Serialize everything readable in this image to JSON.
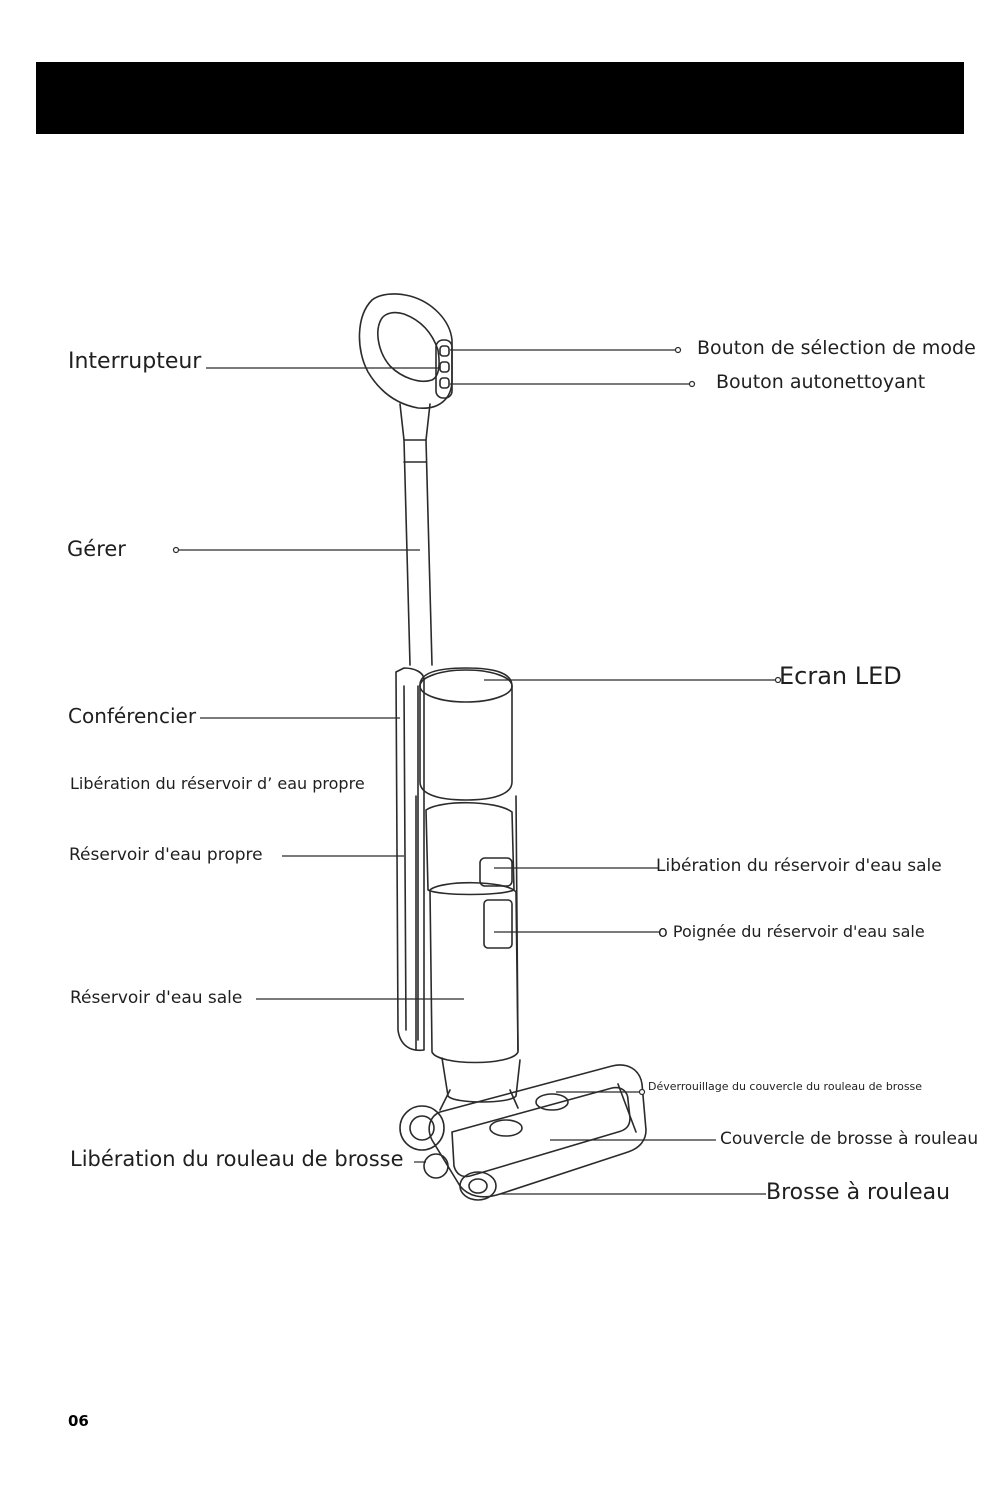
{
  "header": {
    "bar_color": "#000000"
  },
  "labels": {
    "interrupteur": "Interrupteur",
    "mode_button": "Bouton de sélection de mode",
    "self_clean_button": "Bouton autonettoyant",
    "handle": "Gérer",
    "led_screen": "Ecran LED",
    "speaker": "Conférencier",
    "clean_tank_release": "Libération du réservoir d’ eau propre",
    "clean_tank": "Réservoir d'eau propre",
    "dirty_tank_release": "Libération du réservoir d'eau sale",
    "dirty_tank_handle": "o Poignée du réservoir d'eau sale",
    "dirty_tank": "Réservoir d'eau sale",
    "brush_cover_unlock": "Déverrouillage du couvercle du rouleau de brosse",
    "brush_cover": "Couvercle de brosse à rouleau",
    "brush_release": "Libération du rouleau de brosse",
    "roller_brush": "Brosse à rouleau"
  },
  "footer": {
    "page_number": "06"
  }
}
